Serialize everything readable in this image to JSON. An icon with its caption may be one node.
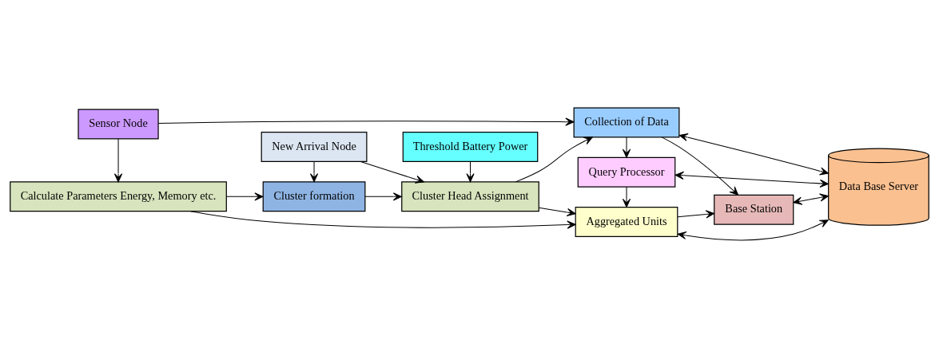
{
  "diagram": {
    "nodes": [
      {
        "text": [
          "Sensor Node"
        ]
      },
      {
        "text": [
          "Calculate Parameters Energy, Memory etc."
        ]
      },
      {
        "text": [
          "Cluster formation"
        ]
      },
      {
        "text": [
          "New Arrival Node"
        ]
      },
      {
        "text": [
          "Cluster Head Assignment"
        ]
      },
      {
        "text": [
          "Threshold Battery Power"
        ]
      },
      {
        "text": [
          "Collection of Data"
        ]
      },
      {
        "text": [
          "Query Processor"
        ]
      },
      {
        "text": [
          "Aggregated Units"
        ]
      },
      {
        "text": [
          "Data Base Server"
        ]
      },
      {
        "text": [
          "Base Station"
        ]
      }
    ],
    "edges": [
      {
        "from": 0,
        "to": 6,
        "arrow": "to"
      },
      {
        "from": 0,
        "to": 1,
        "arrow": "to"
      },
      {
        "from": 1,
        "to": 2,
        "arrow": "to"
      },
      {
        "from": 3,
        "to": 2,
        "arrow": "to"
      },
      {
        "from": 2,
        "to": 4,
        "arrow": "to"
      },
      {
        "from": 3,
        "to": 4,
        "arrow": "to"
      },
      {
        "from": 5,
        "to": 4,
        "arrow": "to"
      },
      {
        "from": 4,
        "to": 6,
        "arrow": "to"
      },
      {
        "from": 4,
        "to": 8,
        "arrow": "to"
      },
      {
        "from": 1,
        "to": 8,
        "arrow": "to"
      },
      {
        "from": 6,
        "to": 9,
        "arrow": "both"
      },
      {
        "from": 6,
        "to": 7,
        "arrow": "to"
      },
      {
        "from": 7,
        "to": 9,
        "arrow": "both"
      },
      {
        "from": 7,
        "to": 8,
        "arrow": "to"
      },
      {
        "from": 8,
        "to": 9,
        "arrow": "both"
      },
      {
        "from": 6,
        "to": 10,
        "arrow": "to"
      },
      {
        "from": 8,
        "to": 10,
        "arrow": "to"
      },
      {
        "from": 10,
        "to": 9,
        "arrow": "both"
      }
    ]
  }
}
